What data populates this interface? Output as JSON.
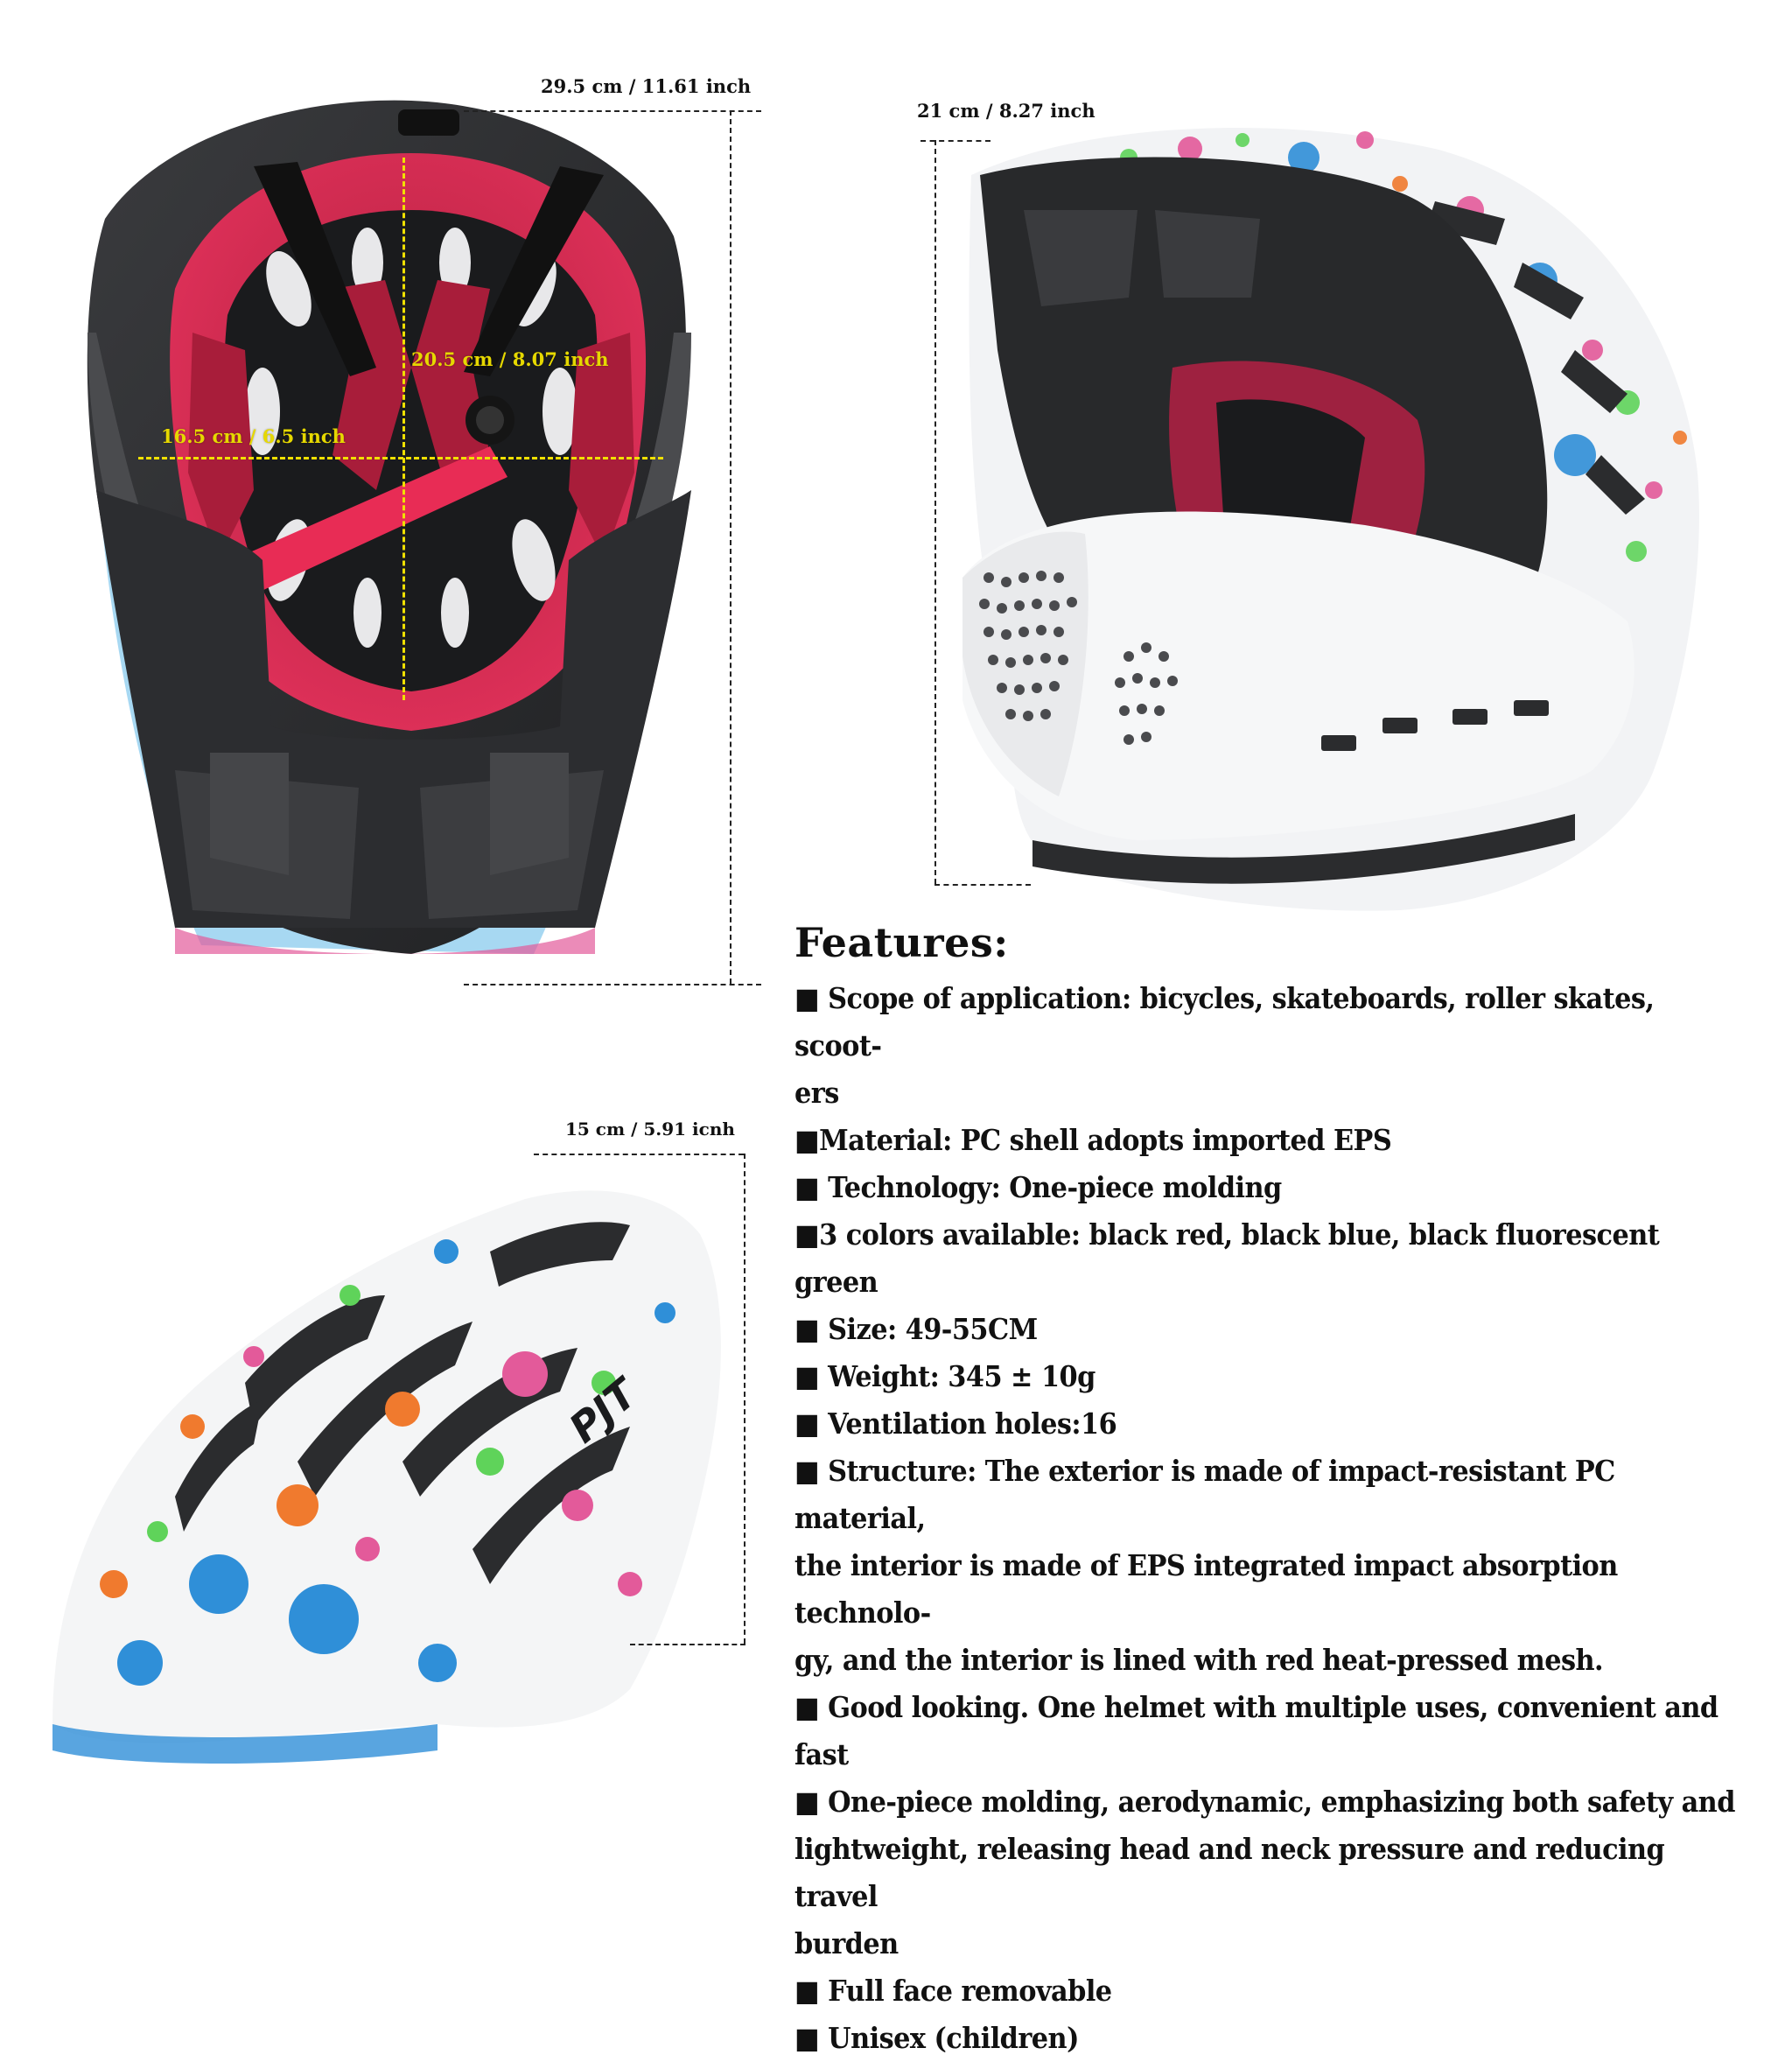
{
  "dimensions": {
    "top_width": "29.5 cm / 11.61 inch",
    "inner_length": "20.5 cm / 8.07 inch",
    "inner_width": "16.5 cm / 6.5 inch",
    "side_depth": "21 cm / 8.27 inch",
    "small_height": "15 cm / 5.91 icnh"
  },
  "brand_logo": "PJT",
  "features": {
    "title": "Features:",
    "items": [
      "■ Scope of application: bicycles, skateboards, roller skates, scoot-",
      "ers",
      "■Material: PC shell adopts imported EPS",
      "■ Technology: One-piece molding",
      "■3 colors available: black red, black blue, black fluorescent green",
      "■ Size: 49-55CM",
      "■ Weight: 345 ± 10g",
      "■ Ventilation holes:16",
      "■ Structure: The exterior is made of impact-resistant PC material,",
      "the interior is made of EPS integrated impact absorption technolo-",
      "gy, and the interior is lined with red heat-pressed mesh.",
      "■ Good looking. One helmet with multiple uses, convenient and fast",
      "■ One-piece molding, aerodynamic, emphasizing both safety and",
      "lightweight, releasing head and neck pressure and reducing travel",
      "burden",
      "■ Full face removable",
      "■ Unisex (children)"
    ]
  },
  "colors": {
    "shell_black": "#2b2c2e",
    "liner_red": "#d4254a",
    "shell_white": "#f3f4f6",
    "accent_yellow": "#f0e000"
  }
}
